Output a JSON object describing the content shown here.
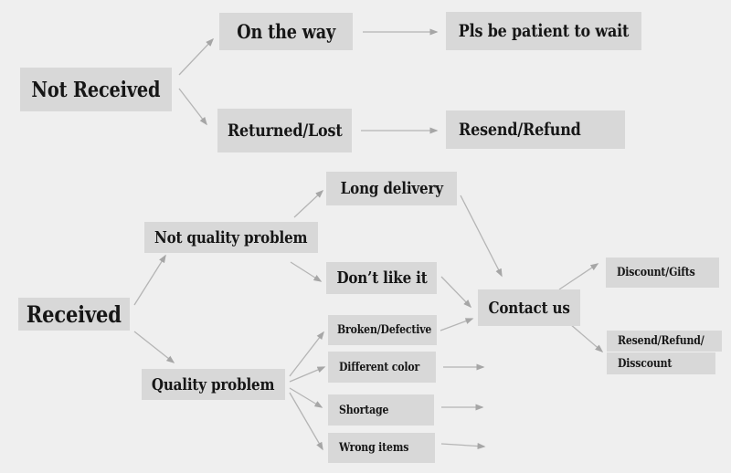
{
  "diagram": {
    "title": "order status handling flowchart",
    "colors": {
      "background": "#efefef",
      "box_fill": "#d8d8d8",
      "arrow": "#b5b5b5",
      "text": "#161616"
    },
    "nodes": {
      "not_received": {
        "label": "Not Received"
      },
      "on_the_way": {
        "label": "On the way"
      },
      "pls_wait": {
        "label": "Pls be patient to wait"
      },
      "returned_lost": {
        "label": "Returned/Lost"
      },
      "resend_refund": {
        "label": "Resend/Refund"
      },
      "long_delivery": {
        "label": "Long delivery"
      },
      "not_quality_problem": {
        "label": "Not quality problem"
      },
      "dont_like_it": {
        "label": "Don’t like it"
      },
      "received": {
        "label": "Received"
      },
      "contact_us": {
        "label": "Contact us"
      },
      "discount_gifts": {
        "label": "Discount/Gifts"
      },
      "broken_defective": {
        "label": "Broken/Defective"
      },
      "different_color": {
        "label": "Different color"
      },
      "quality_problem": {
        "label": "Quality problem"
      },
      "shortage": {
        "label": "Shortage"
      },
      "wrong_items": {
        "label": "Wrong items"
      },
      "resend_refund_disscount": {
        "line1": "Resend/Refund/",
        "line2": "Disscount"
      }
    },
    "edges": [
      {
        "from": "not_received",
        "to": "on_the_way"
      },
      {
        "from": "not_received",
        "to": "returned_lost"
      },
      {
        "from": "on_the_way",
        "to": "pls_wait"
      },
      {
        "from": "returned_lost",
        "to": "resend_refund"
      },
      {
        "from": "received",
        "to": "not_quality_problem"
      },
      {
        "from": "received",
        "to": "quality_problem"
      },
      {
        "from": "not_quality_problem",
        "to": "long_delivery"
      },
      {
        "from": "not_quality_problem",
        "to": "dont_like_it"
      },
      {
        "from": "long_delivery",
        "to": "contact_us"
      },
      {
        "from": "dont_like_it",
        "to": "contact_us"
      },
      {
        "from": "broken_defective",
        "to": "contact_us"
      },
      {
        "from": "different_color",
        "to": "contact_us"
      },
      {
        "from": "shortage",
        "to": "contact_us"
      },
      {
        "from": "wrong_items",
        "to": "contact_us"
      },
      {
        "from": "quality_problem",
        "to": "broken_defective"
      },
      {
        "from": "quality_problem",
        "to": "different_color"
      },
      {
        "from": "quality_problem",
        "to": "shortage"
      },
      {
        "from": "quality_problem",
        "to": "wrong_items"
      },
      {
        "from": "contact_us",
        "to": "discount_gifts"
      },
      {
        "from": "contact_us",
        "to": "resend_refund_disscount"
      }
    ]
  }
}
